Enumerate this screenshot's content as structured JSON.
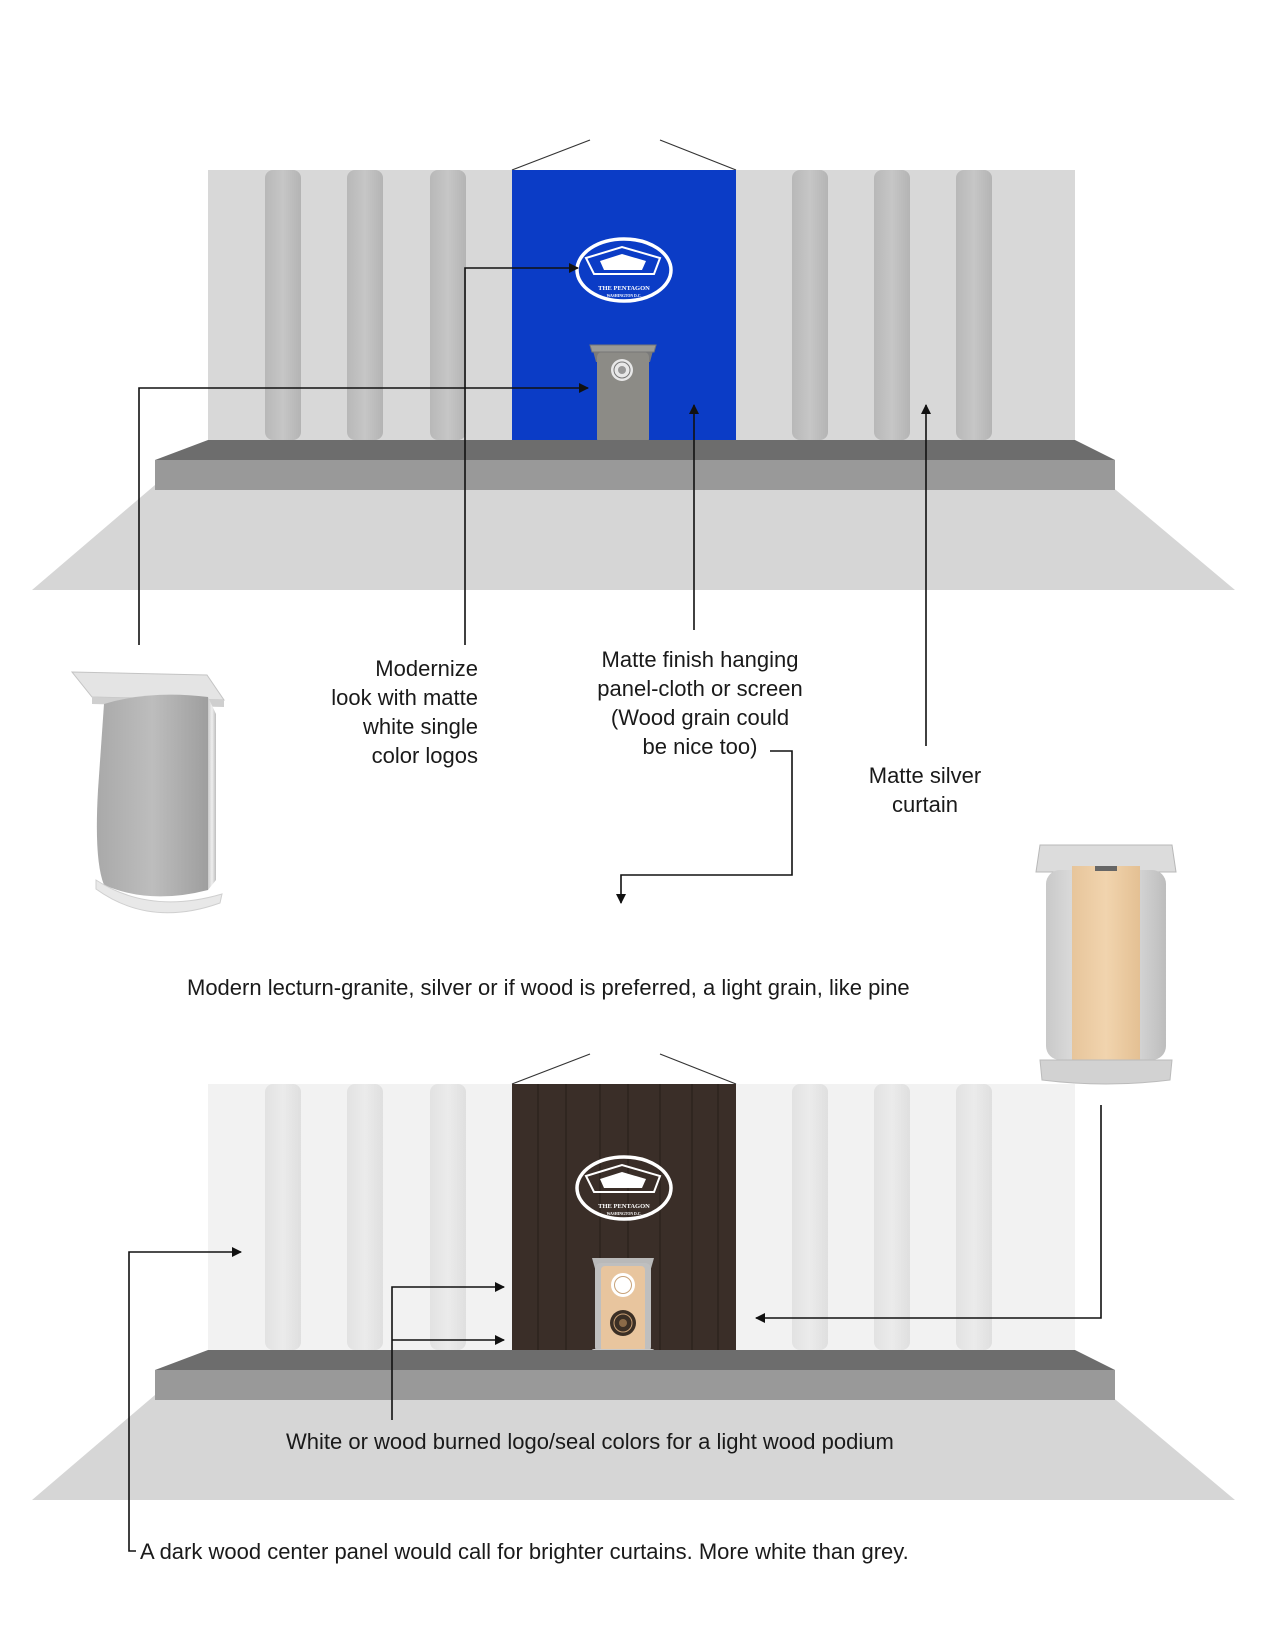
{
  "labels": {
    "modernize": [
      "Modernize",
      "look with matte",
      "white single",
      "color logos"
    ],
    "panel": [
      "Matte finish hanging",
      "panel-cloth or screen",
      "(Wood grain could",
      "be nice too)"
    ],
    "curtain": [
      "Matte silver",
      "curtain"
    ],
    "lectern": "Modern lecturn-granite, silver or if wood is preferred, a light grain, like pine",
    "seal_colors": "White or wood burned logo/seal colors for a light wood podium",
    "dark_wood": "A dark wood center panel would call for brighter curtains. More white than grey."
  },
  "seal": {
    "title": "THE PENTAGON",
    "subtitle": "WASHINGTON D.C."
  },
  "colors": {
    "blue_panel": "#0b3cc6",
    "dark_wood": "#3a2e28",
    "light_wood": "#e8c59e",
    "stage": "#6d6d6d",
    "floor": "#d6d6d6",
    "curtain_grey": "#d8d8d8",
    "curtain_white": "#f2f2f2"
  }
}
